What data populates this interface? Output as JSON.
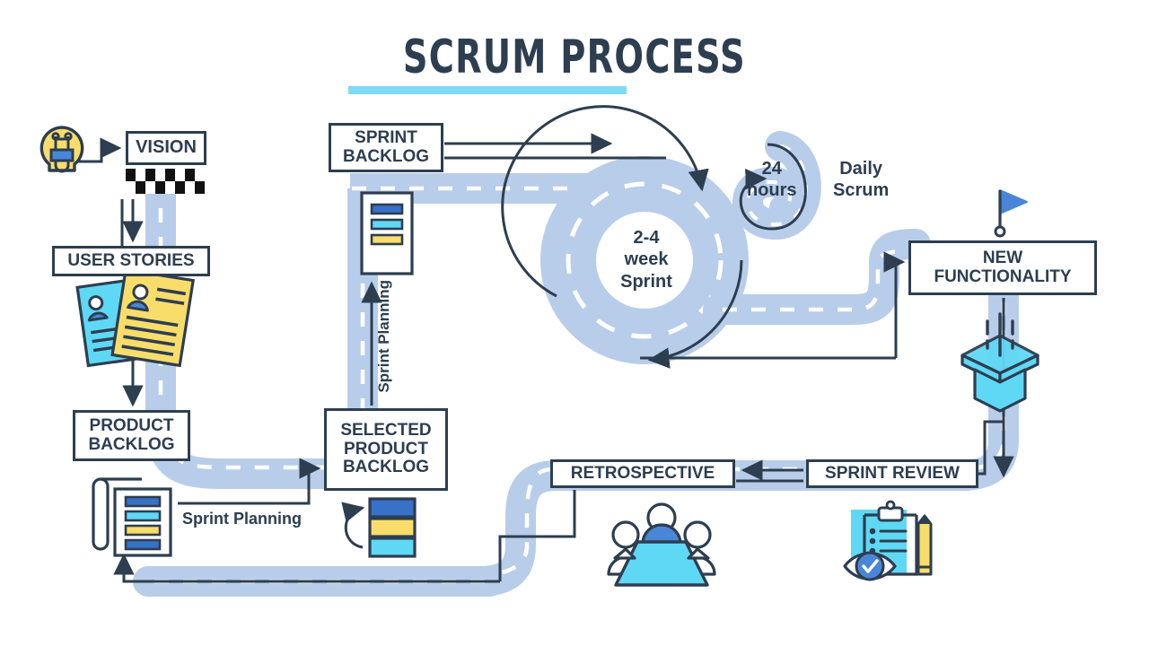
{
  "title": {
    "text": "SCRUM PROCESS",
    "underline_color": "#7fdbf5",
    "text_color": "#2d3e50"
  },
  "palette": {
    "ink": "#2d3e50",
    "road": "#b8cdea",
    "road_dash": "#ffffff",
    "cyan": "#5fd8f5",
    "cyan_light": "#8fe6fa",
    "yellow": "#f9dd6b",
    "blue": "#4a86d8",
    "blue_dark": "#3771c8",
    "white": "#ffffff"
  },
  "nodes": {
    "vision": "VISION",
    "user_stories": "USER STORIES",
    "product_backlog_l1": "PRODUCT",
    "product_backlog_l2": "BACKLOG",
    "selected_backlog_l1": "SELECTED",
    "selected_backlog_l2": "PRODUCT",
    "selected_backlog_l3": "BACKLOG",
    "sprint_backlog_l1": "SPRINT",
    "sprint_backlog_l2": "BACKLOG",
    "new_functionality_l1": "NEW",
    "new_functionality_l2": "FUNCTIONALITY",
    "sprint_review": "SPRINT REVIEW",
    "retrospective": "RETROSPECTIVE"
  },
  "labels": {
    "sprint_planning_horizontal": "Sprint Planning",
    "sprint_planning_vertical": "Sprint Planning",
    "daily_scrum_l1": "Daily",
    "daily_scrum_l2": "Scrum",
    "hours_l1": "24",
    "hours_l2": "hours",
    "sprint_center_l1": "2-4",
    "sprint_center_l2": "week",
    "sprint_center_l3": "Sprint"
  },
  "icons": [
    {
      "name": "lightbulb-icon",
      "label": "Vision idea lightbulb"
    },
    {
      "name": "checkered-flag-icon",
      "label": "Start checkered flag"
    },
    {
      "name": "user-story-cards-icon",
      "label": "User story cards"
    },
    {
      "name": "product-backlog-scroll-icon",
      "label": "Product backlog document"
    },
    {
      "name": "selected-backlog-stack-icon",
      "label": "Selected backlog item stack"
    },
    {
      "name": "sprint-backlog-document-icon",
      "label": "Sprint backlog document"
    },
    {
      "name": "finish-flag-icon",
      "label": "Blue finish flag"
    },
    {
      "name": "delivery-box-icon",
      "label": "Open delivery box"
    },
    {
      "name": "team-meeting-icon",
      "label": "Retrospective meeting table"
    },
    {
      "name": "review-clipboard-icon",
      "label": "Sprint review clipboard eye pencil"
    }
  ],
  "flow": {
    "loops": [
      "2-4 week Sprint",
      "24 hours"
    ],
    "arrows": [
      "lightbulb-to-vision",
      "vision-to-user-stories",
      "user-stories-to-product-backlog",
      "product-backlog-to-selected-product-backlog",
      "selected-product-backlog-to-sprint-backlog",
      "sprint-backlog-to-sprint-loop",
      "sprint-loop-to-new-functionality",
      "new-functionality-to-sprint-review",
      "sprint-review-to-retrospective",
      "retrospective-to-product-backlog"
    ]
  }
}
